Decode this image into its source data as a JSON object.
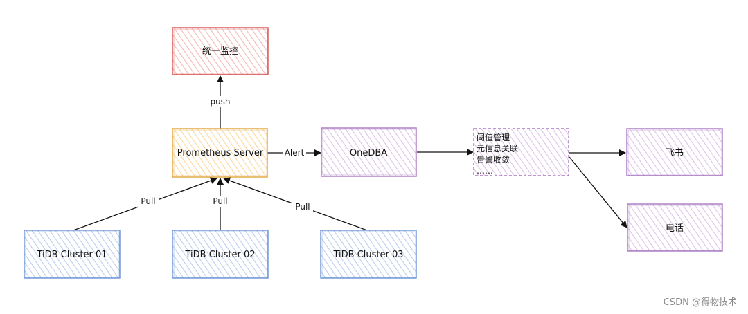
{
  "colors": {
    "red_stroke": "#d9534f",
    "red_fill": "#f7c6c4",
    "orange_stroke": "#e2a43b",
    "orange_fill": "#fde3b3",
    "purple_stroke": "#a777c2",
    "purple_fill": "#e6d3ee",
    "blue_stroke": "#6d93d6",
    "blue_fill": "#cfdbf3",
    "edge": "#111111"
  },
  "nodes": {
    "monitor": "统一监控",
    "prometheus": "Prometheus Server",
    "onedba": "OneDBA",
    "feishu": "飞书",
    "phone": "电话",
    "cluster1": "TiDB Cluster 01",
    "cluster2": "TiDB Cluster 02",
    "cluster3": "TiDB Cluster 03"
  },
  "note": {
    "lines": [
      "阈值管理",
      "元信息关联",
      "告警收敛",
      "……"
    ]
  },
  "edges": {
    "push": "push",
    "alert": "Alert",
    "pull1": "Pull",
    "pull2": "Pull",
    "pull3": "Pull"
  },
  "watermark": "CSDN @得物技术"
}
